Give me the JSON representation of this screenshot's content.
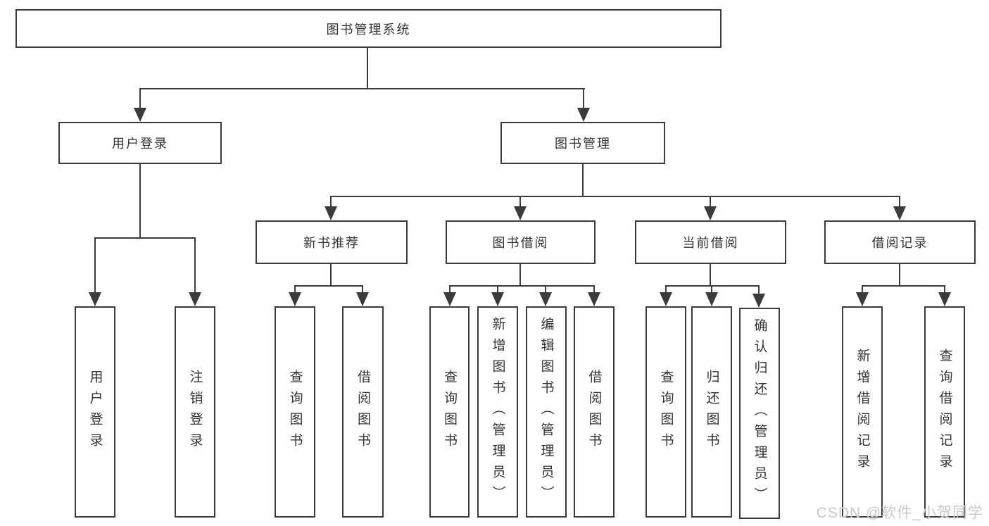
{
  "diagram": {
    "title": "图书管理系统",
    "watermark": "CSDN @软件_小贺同学",
    "colors": {
      "line": "#3b3b3b",
      "text": "#333333",
      "box_background": "#ffffff",
      "page_background": "#ffffff",
      "watermark_text": "#c9c9c9"
    },
    "nodes": [
      {
        "id": "root",
        "label": "图书管理系统",
        "level": 1,
        "orientation": "horizontal"
      },
      {
        "id": "user-login",
        "label": "用户登录",
        "level": 2,
        "orientation": "horizontal"
      },
      {
        "id": "book-mgmt",
        "label": "图书管理",
        "level": 2,
        "orientation": "horizontal"
      },
      {
        "id": "new-book",
        "label": "新书推荐",
        "level": 3,
        "orientation": "horizontal"
      },
      {
        "id": "book-borrow",
        "label": "图书借阅",
        "level": 3,
        "orientation": "horizontal"
      },
      {
        "id": "current-borrow",
        "label": "当前借阅",
        "level": 3,
        "orientation": "horizontal"
      },
      {
        "id": "borrow-record",
        "label": "借阅记录",
        "level": 3,
        "orientation": "horizontal"
      },
      {
        "id": "leaf-user-login",
        "label": "用户登录",
        "level": 4,
        "orientation": "vertical"
      },
      {
        "id": "leaf-logout",
        "label": "注销登录",
        "level": 4,
        "orientation": "vertical"
      },
      {
        "id": "nb-query",
        "label": "查询图书",
        "level": 4,
        "orientation": "vertical"
      },
      {
        "id": "nb-borrow",
        "label": "借阅图书",
        "level": 4,
        "orientation": "vertical"
      },
      {
        "id": "bb-query",
        "label": "查询图书",
        "level": 4,
        "orientation": "vertical"
      },
      {
        "id": "bb-add",
        "label": "新增图书（管理员）",
        "level": 4,
        "orientation": "vertical"
      },
      {
        "id": "bb-edit",
        "label": "编辑图书（管理员）",
        "level": 4,
        "orientation": "vertical"
      },
      {
        "id": "bb-borrow",
        "label": "借阅图书",
        "level": 4,
        "orientation": "vertical"
      },
      {
        "id": "cb-query",
        "label": "查询图书",
        "level": 4,
        "orientation": "vertical"
      },
      {
        "id": "cb-return",
        "label": "归还图书",
        "level": 4,
        "orientation": "vertical"
      },
      {
        "id": "cb-confirm",
        "label": "确认归还（管理员）",
        "level": 4,
        "orientation": "vertical"
      },
      {
        "id": "br-add",
        "label": "新增借阅记录",
        "level": 4,
        "orientation": "vertical"
      },
      {
        "id": "br-query",
        "label": "查询借阅记录",
        "level": 4,
        "orientation": "vertical"
      }
    ],
    "edges": [
      {
        "from": "root",
        "to": [
          "user-login",
          "book-mgmt"
        ]
      },
      {
        "from": "user-login",
        "to": [
          "leaf-user-login",
          "leaf-logout"
        ]
      },
      {
        "from": "book-mgmt",
        "to": [
          "new-book",
          "book-borrow",
          "current-borrow",
          "borrow-record"
        ]
      },
      {
        "from": "new-book",
        "to": [
          "nb-query",
          "nb-borrow"
        ]
      },
      {
        "from": "book-borrow",
        "to": [
          "bb-query",
          "bb-add",
          "bb-edit",
          "bb-borrow"
        ]
      },
      {
        "from": "current-borrow",
        "to": [
          "cb-query",
          "cb-return",
          "cb-confirm"
        ]
      },
      {
        "from": "borrow-record",
        "to": [
          "br-add",
          "br-query"
        ]
      }
    ]
  }
}
